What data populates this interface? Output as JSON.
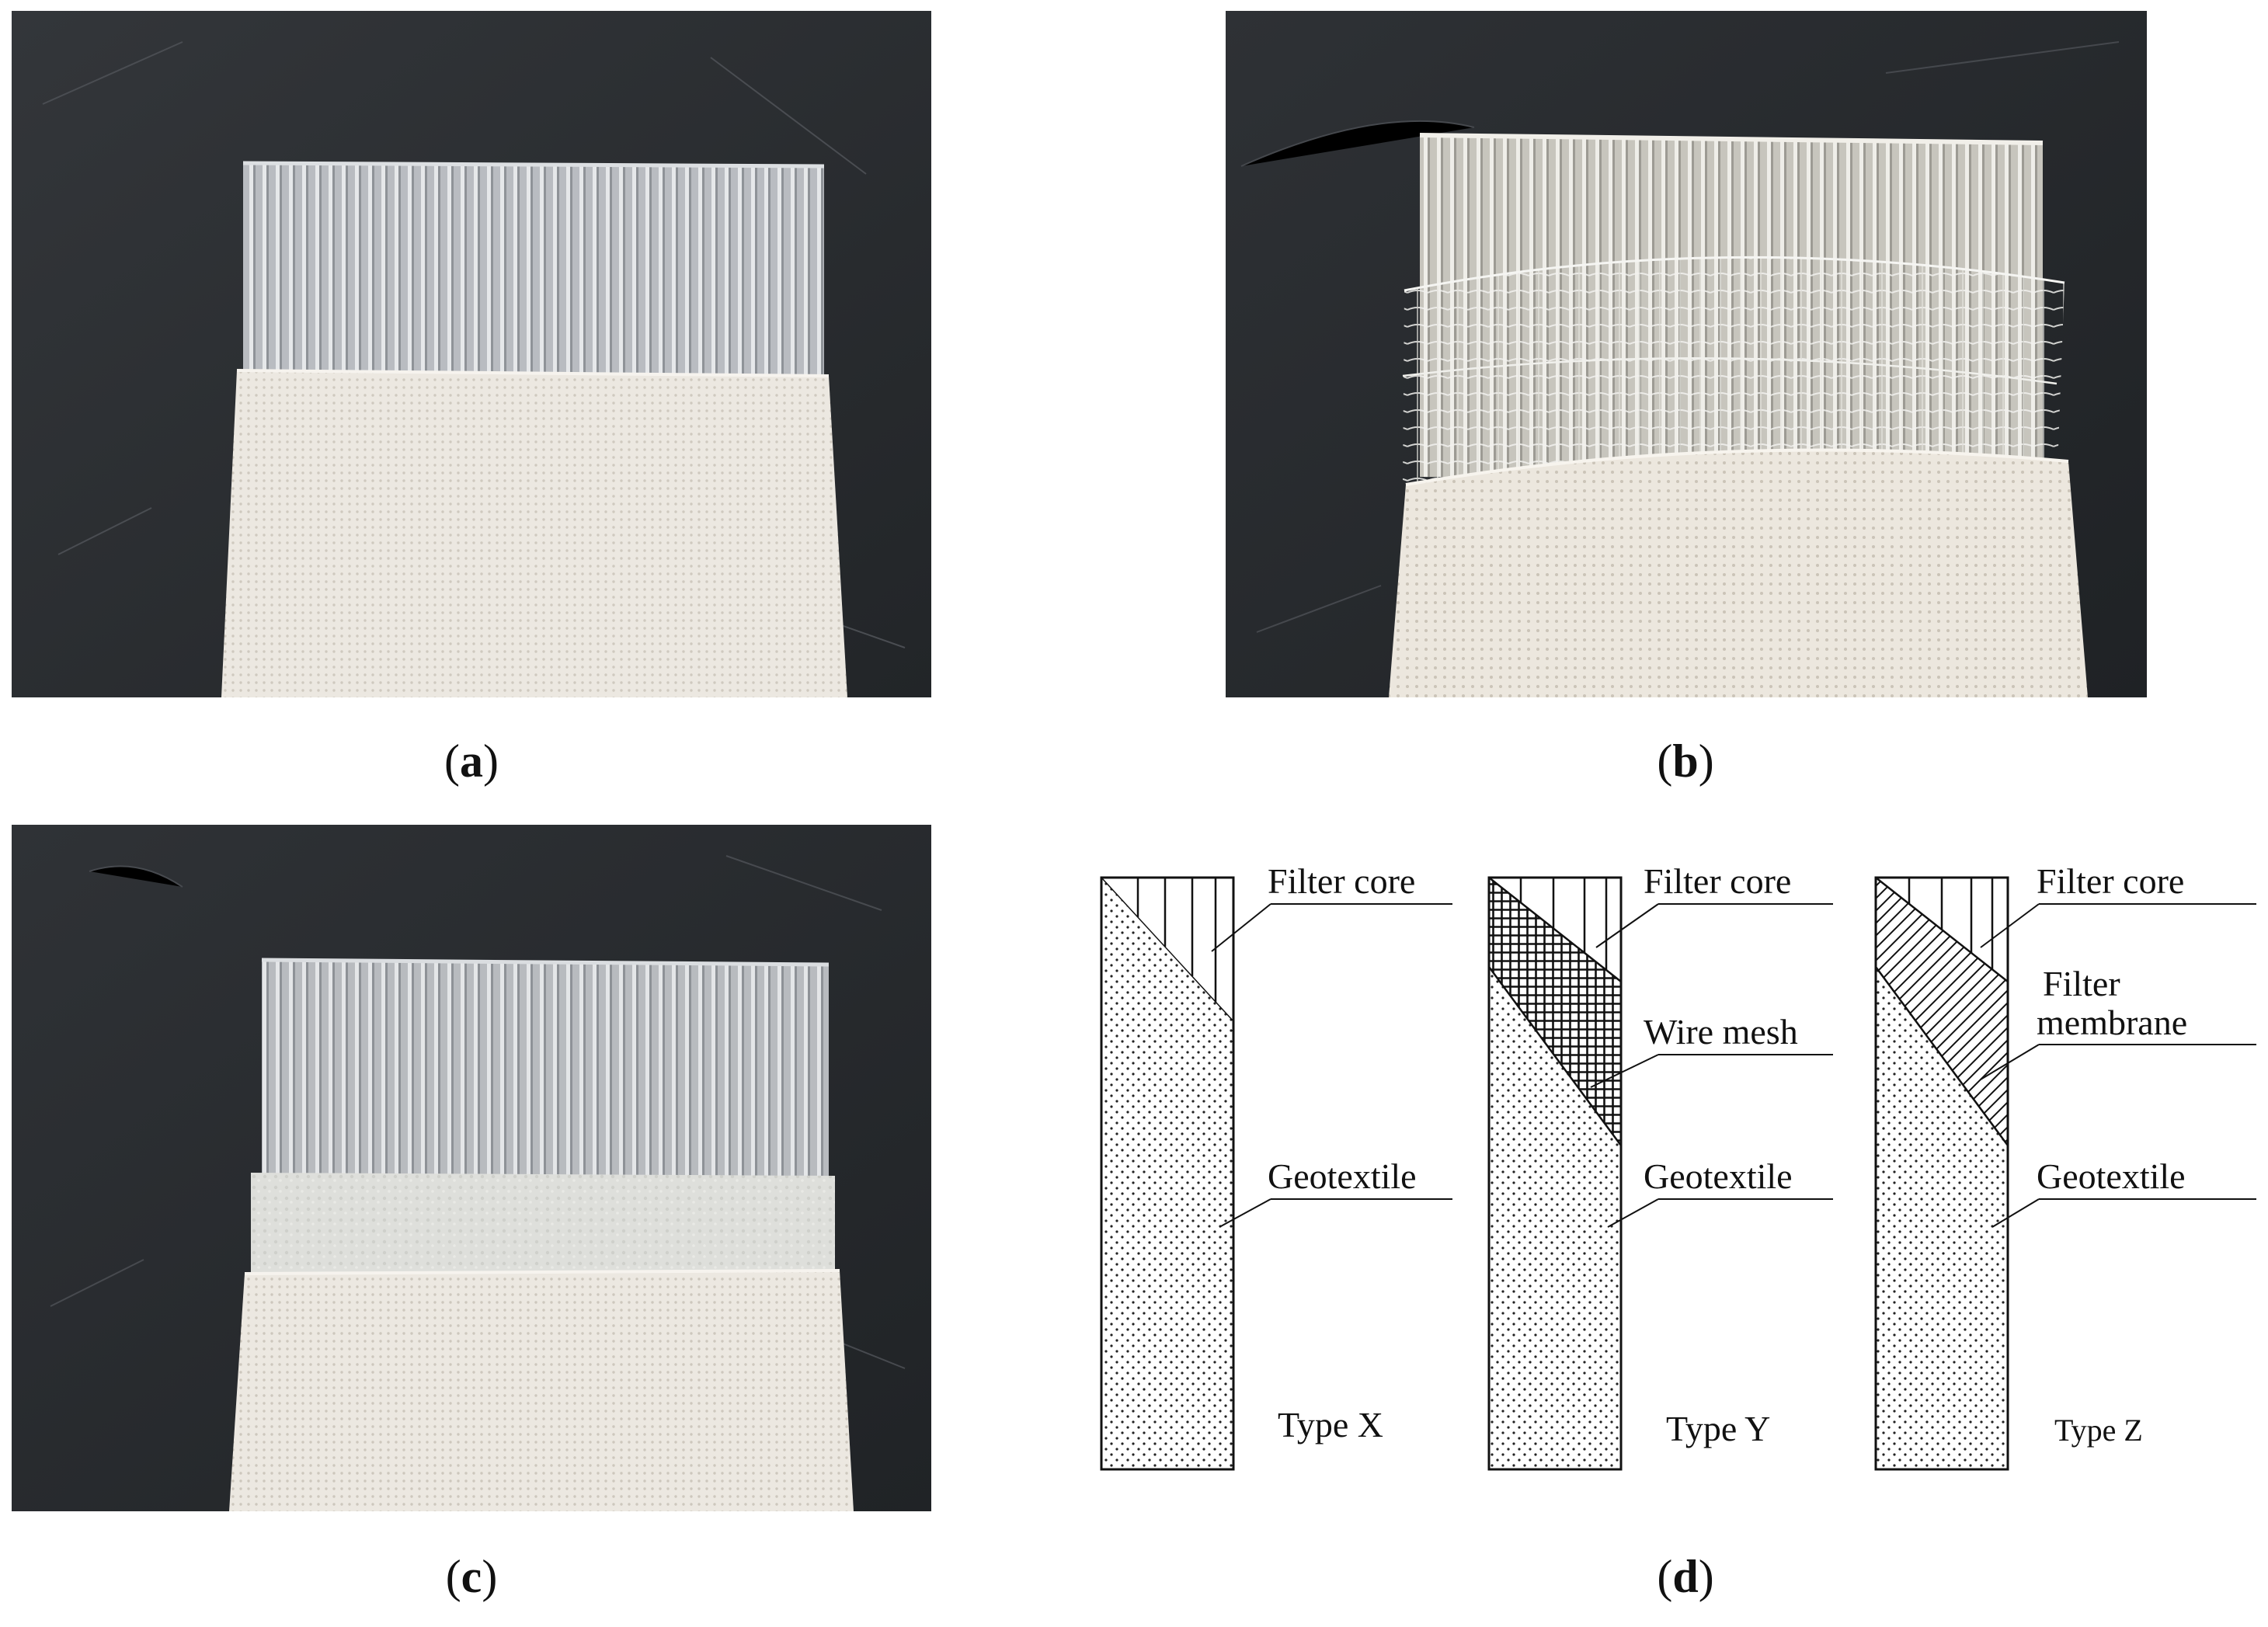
{
  "captions": {
    "a": "a",
    "b": "b",
    "c": "c",
    "d": "d"
  },
  "diagram": {
    "columns": [
      {
        "type_label": "Type X",
        "top_label": "Filter core",
        "bottom_label": "Geotextile"
      },
      {
        "type_label": "Type Y",
        "top_label": "Filter core",
        "middle_label": "Wire mesh",
        "bottom_label": "Geotextile"
      },
      {
        "type_label": "Type Z",
        "top_label": "Filter core",
        "middle_label_line1": "Filter",
        "middle_label_line2": "membrane",
        "bottom_label": "Geotextile"
      }
    ]
  },
  "photos": {
    "a": {
      "subject": "filter-core-with-geotextile",
      "has_wire_mesh": false,
      "has_membrane": false
    },
    "b": {
      "subject": "filter-core-with-wire-mesh-and-geotextile",
      "has_wire_mesh": true,
      "has_membrane": false
    },
    "c": {
      "subject": "filter-core-with-membrane-and-geotextile",
      "has_wire_mesh": false,
      "has_membrane": true
    }
  },
  "colors": {
    "board": "#2a2d31",
    "core": "#c9ccd0",
    "geotextile": "#ebe6de",
    "membrane": "#dcdcd8"
  }
}
